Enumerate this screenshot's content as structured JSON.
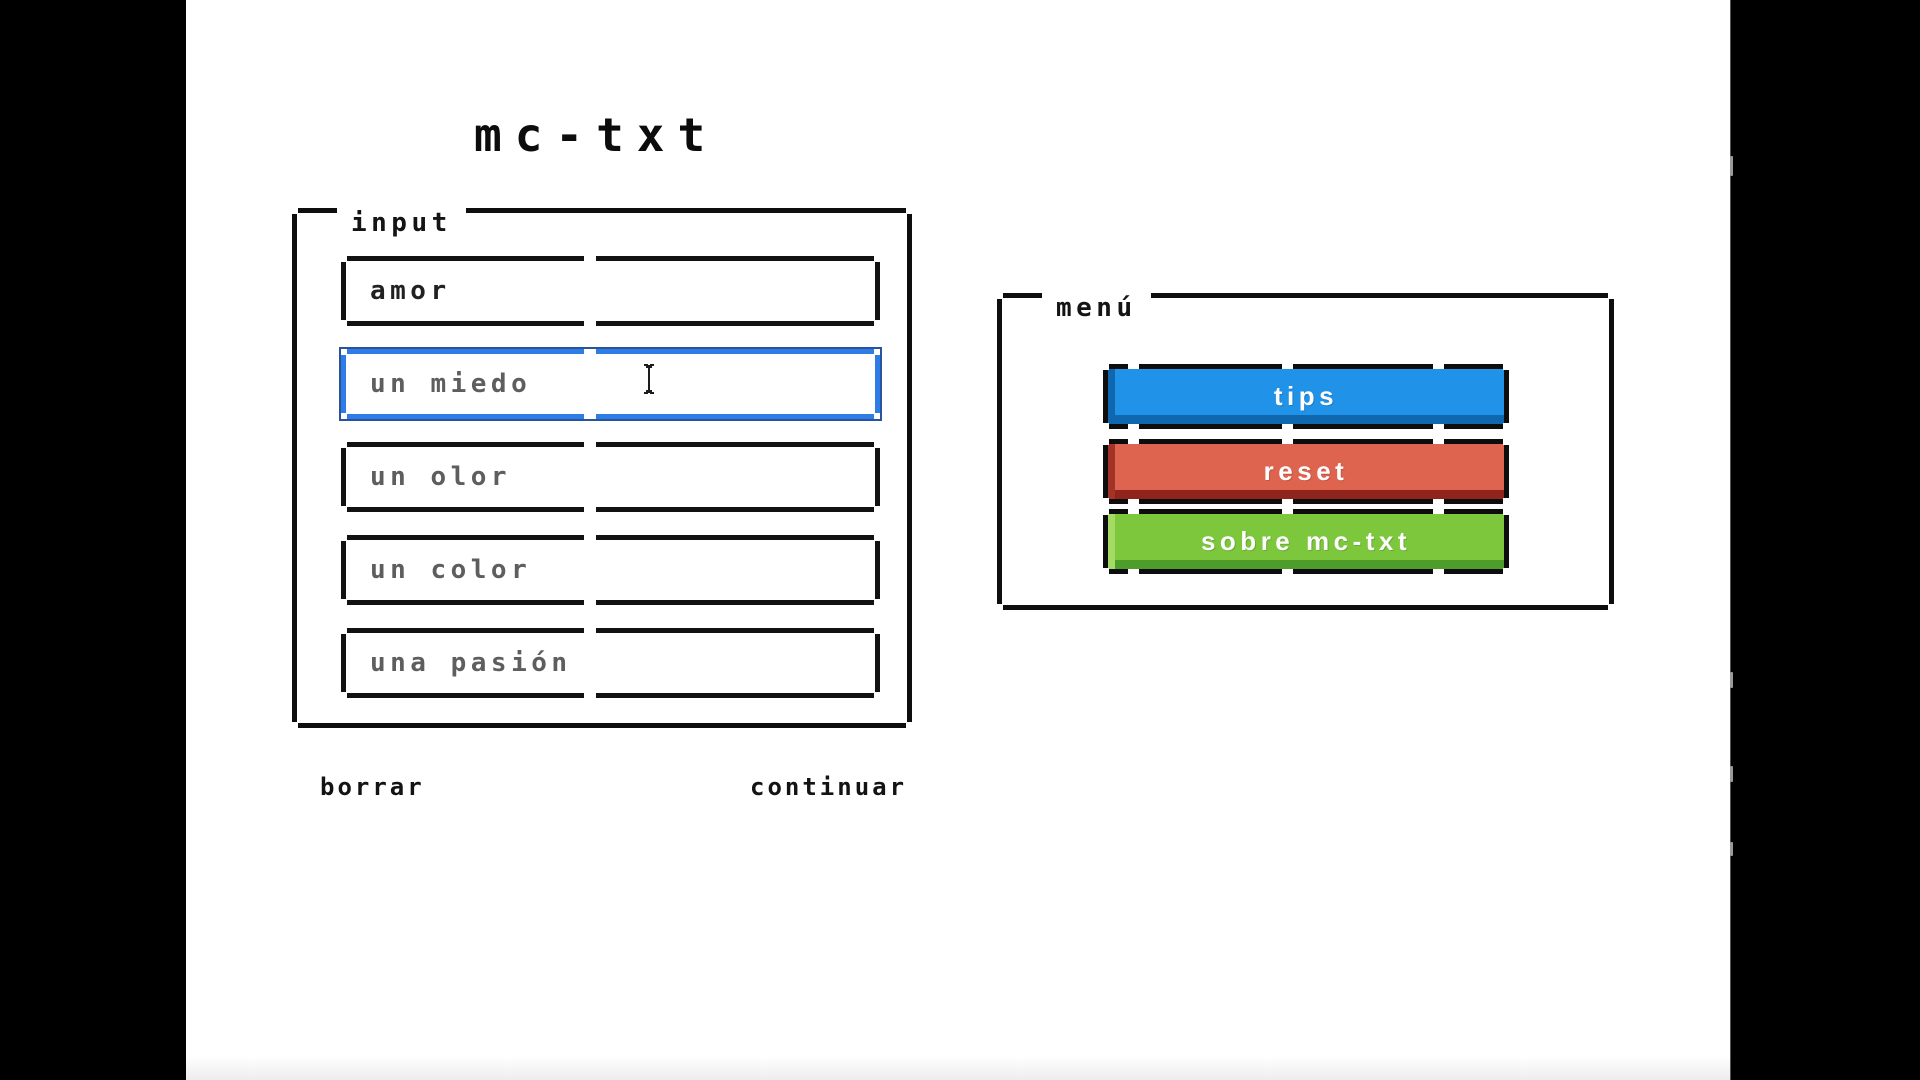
{
  "header": {
    "title": "mc-txt"
  },
  "input_panel": {
    "legend": "input",
    "fields": [
      {
        "value": "amor",
        "placeholder": ""
      },
      {
        "value": "",
        "placeholder": "un miedo"
      },
      {
        "value": "",
        "placeholder": "un olor"
      },
      {
        "value": "",
        "placeholder": "un color"
      },
      {
        "value": "",
        "placeholder": "una pasión"
      }
    ],
    "actions": {
      "borrar": "borrar",
      "continuar": "continuar"
    }
  },
  "menu_panel": {
    "legend": "menú",
    "buttons": [
      {
        "label": "tips",
        "bg": "#2092e8",
        "shade": "#0f67b0",
        "edge": "#0f67b0"
      },
      {
        "label": "reset",
        "bg": "#df6450",
        "shade": "#8f241c",
        "edge": "#a33227"
      },
      {
        "label": "sobre mc-txt",
        "bg": "#7dc73d",
        "shade": "#4c9d2a",
        "edge": "#a5da64"
      }
    ]
  },
  "colors": {
    "letterbox": "#000000",
    "background": "#ffffff",
    "border_black": "#0e0e0e",
    "placeholder_gray": "#5e5e5e",
    "focus_border_blue": "#2e7de6",
    "focus_ring_navy": "#2a5499"
  }
}
